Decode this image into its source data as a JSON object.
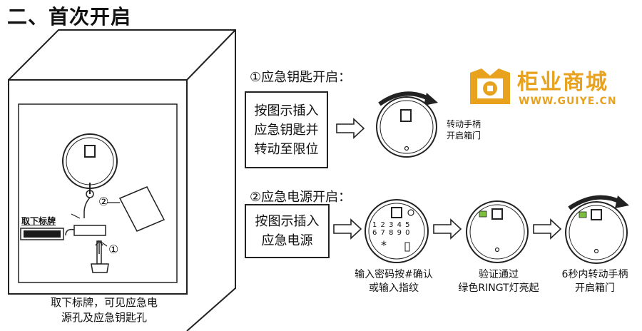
{
  "heading": "二、首次开启",
  "brand": {
    "name_cn": "柜业商城",
    "url": "WWW.GUIYE.CN",
    "color": "#e8a21d"
  },
  "safe": {
    "tag_label": "取下标牌",
    "caption": [
      "取下标牌，可见应急电",
      "源孔及应急钥匙孔"
    ],
    "callouts": [
      "②",
      "①"
    ]
  },
  "method1": {
    "title": "①应急钥匙开启：",
    "instruction": [
      "按图示插入",
      "应急钥匙并",
      "转动至限位"
    ],
    "result": [
      "转动手柄",
      "开启箱门"
    ]
  },
  "method2": {
    "title": "②应急电源开启：",
    "instruction": [
      "按图示插入",
      "应急电源"
    ],
    "keypad": [
      "1 2 3 4 5",
      "6 7 8 9 0"
    ],
    "keypad_star": "*",
    "steps": [
      {
        "caption": [
          "输入密码按#确认",
          "或输入指纹"
        ]
      },
      {
        "caption": [
          "验证通过",
          "绿色RINGT灯亮起"
        ]
      },
      {
        "caption": [
          "6秒内转动手柄",
          "开启箱门"
        ]
      }
    ]
  },
  "icons": [
    "arrow-right-icon",
    "rotate-arrow-icon",
    "key-icon",
    "fingerprint-icon",
    "green-light-icon",
    "hand-pointer-icon"
  ]
}
